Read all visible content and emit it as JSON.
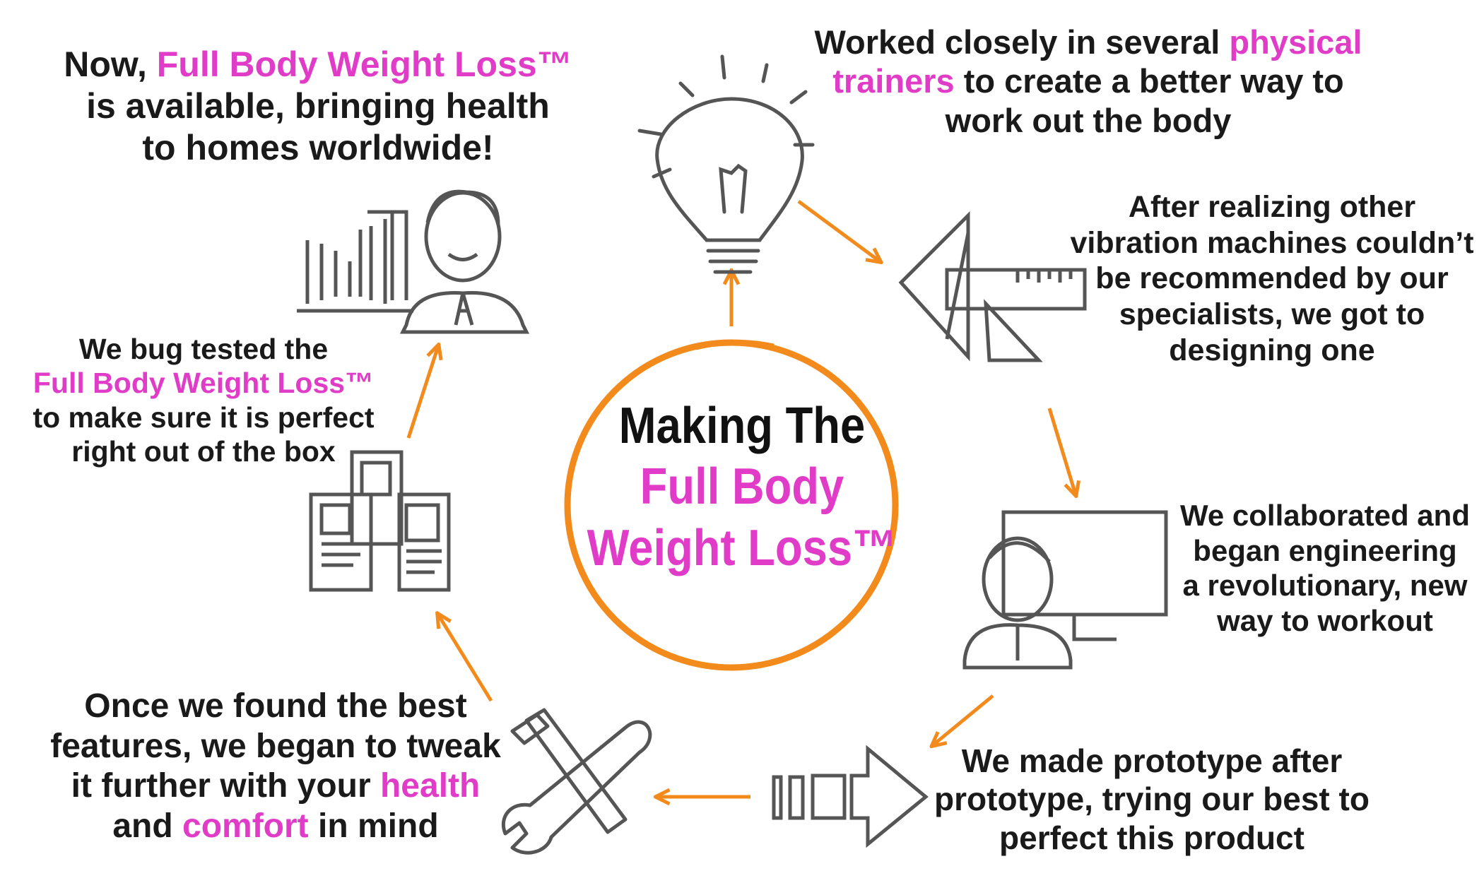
{
  "center": {
    "line1": "Making The",
    "line2": "Full Body",
    "line3": "Weight Loss™"
  },
  "steps": {
    "now": {
      "l1_a": "Now, ",
      "l1_b": "Full Body Weight Loss™",
      "l2": "is available, bringing health",
      "l3": "to homes worldwide!"
    },
    "worked": {
      "l1_a": "Worked closely in several ",
      "l1_b": "physical",
      "l2_a": "trainers",
      "l2_b": " to create a better way to",
      "l3": "work out the body"
    },
    "after": {
      "l1": "After realizing other",
      "l2": "vibration machines couldn’t",
      "l3": "be recommended by our",
      "l4": "specialists, we got to",
      "l5": "designing one"
    },
    "collab": {
      "l1": "We collaborated and",
      "l2": "began engineering",
      "l3": "a revolutionary, new",
      "l4": "way to workout"
    },
    "proto": {
      "l1": "We made prototype after",
      "l2": "prototype, trying our best to",
      "l3": "perfect this product"
    },
    "once": {
      "l1": "Once we found the best",
      "l2": "features, we began to tweak",
      "l3_a": "it further with your ",
      "l3_b": "health",
      "l4_a": "and ",
      "l4_b": "comfort",
      "l4_c": " in mind"
    },
    "bug": {
      "l1": "We bug tested the",
      "l2": "Full Body Weight Loss™",
      "l3": "to make sure it is perfect",
      "l4": "right out of the box"
    }
  },
  "colors": {
    "accent_pink": "#e03cc8",
    "arrow_orange": "#f28a1c",
    "sketch_gray": "#555555",
    "text": "#1a1a1a"
  },
  "icons": [
    "lightbulb-icon",
    "drafting-tools-icon",
    "engineer-computer-icon",
    "forward-arrow-icon",
    "tools-icon",
    "documents-icon",
    "businessman-chart-icon"
  ]
}
